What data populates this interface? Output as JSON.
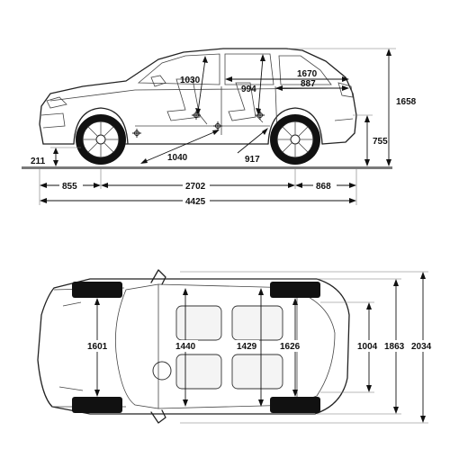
{
  "side_view": {
    "ground_clearance": "211",
    "front_overhang": "855",
    "wheelbase": "2702",
    "rear_overhang": "868",
    "overall_length": "4425",
    "overall_height": "1658",
    "front_legroom": "1040",
    "front_headroom": "1030",
    "rear_headroom": "994",
    "rear_legroom": "917",
    "cargo_length_top": "1670",
    "cargo_length_floor": "887",
    "load_sill_height": "755"
  },
  "top_view": {
    "front_track": "1601",
    "front_shoulder_room": "1440",
    "rear_shoulder_room": "1429",
    "rear_track": "1626",
    "cargo_width": "1004",
    "body_width": "1863",
    "width_with_mirrors": "2034"
  }
}
